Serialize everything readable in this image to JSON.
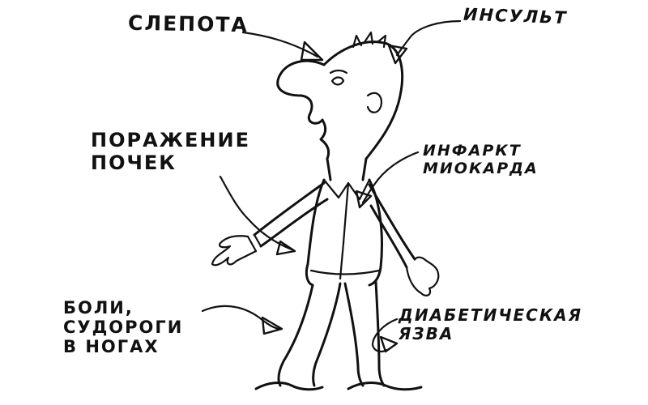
{
  "labels": {
    "blindness": "СЛЕПОТА",
    "stroke": "ИНСУЛЬТ",
    "kidney_damage": [
      "ПОРАЖЕНИЕ",
      "ПОЧЕК"
    ],
    "myocardial_infarction": [
      "ИНФАРКТ",
      "МИОКАРДА"
    ],
    "leg_pain_cramps": [
      "БОЛИ,",
      "СУДОРОГИ",
      "В НОГАХ"
    ],
    "diabetic_ulcer": [
      "ДИАБЕТИЧЕСКАЯ",
      "ЯЗВА"
    ]
  }
}
